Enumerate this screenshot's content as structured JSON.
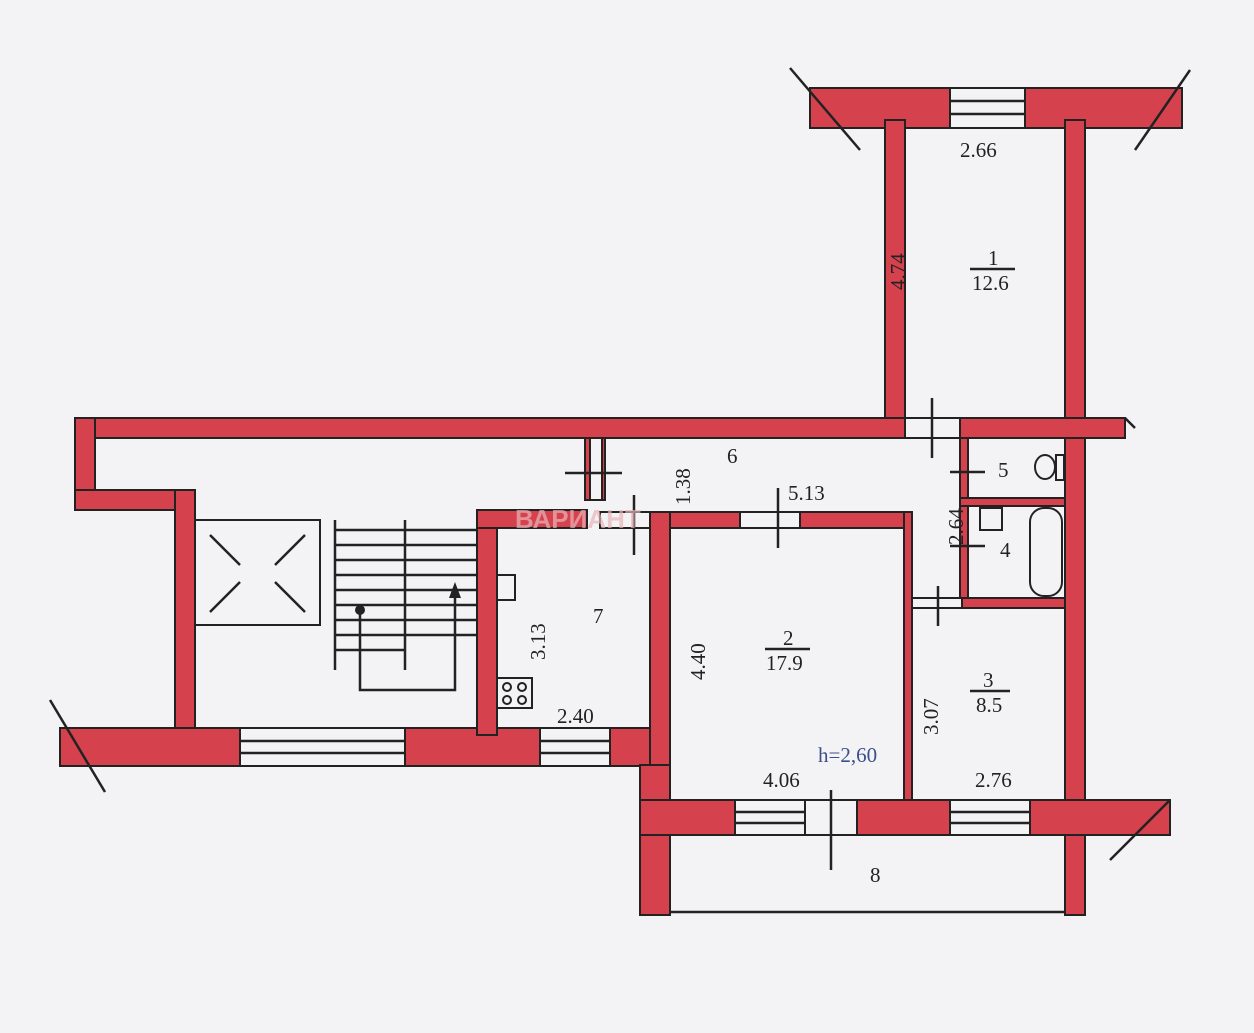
{
  "colors": {
    "wall": "#d5424e",
    "line": "#222222",
    "height_label": "#3d4f8a",
    "background": "#f3f3f5"
  },
  "rooms": [
    {
      "id": "1",
      "area": "12.6",
      "dims": [
        "2.66",
        "4.74"
      ]
    },
    {
      "id": "2",
      "area": "17.9",
      "dims": [
        "5.13",
        "4.40",
        "4.06"
      ]
    },
    {
      "id": "3",
      "area": "8.5",
      "dims": [
        "3.07",
        "2.76"
      ]
    },
    {
      "id": "4"
    },
    {
      "id": "5"
    },
    {
      "id": "6",
      "dims": [
        "1.38",
        "2.64"
      ]
    },
    {
      "id": "7",
      "dims": [
        "3.13",
        "2.40"
      ]
    },
    {
      "id": "8"
    }
  ],
  "ceiling_height": "h=2,60",
  "watermark": "ВАРИАНТ"
}
